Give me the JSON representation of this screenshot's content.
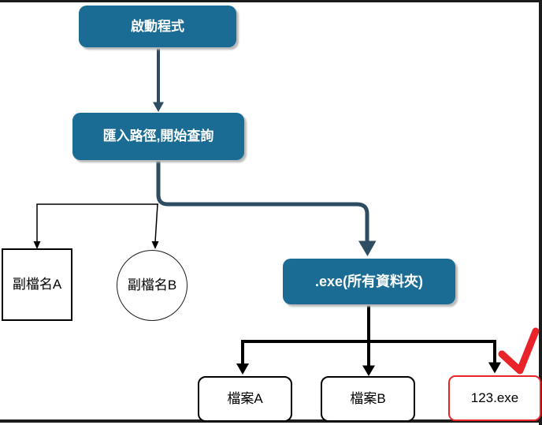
{
  "diagram": {
    "nodes": {
      "start": {
        "label": "啟動程式"
      },
      "import_query": {
        "label": "匯入路徑,開始查詢"
      },
      "ext_a": {
        "label": "副檔名A"
      },
      "ext_b": {
        "label": "副檔名B"
      },
      "exe_all": {
        "label": ".exe(所有資料夾)"
      },
      "file_a": {
        "label": "檔案A"
      },
      "file_b": {
        "label": "檔案B"
      },
      "file_exe": {
        "label": "123.exe"
      }
    },
    "edges": [
      {
        "from": "start",
        "to": "import_query",
        "style": "navy-arrow"
      },
      {
        "from": "import_query",
        "to": "ext_a",
        "style": "thin-black-arrow"
      },
      {
        "from": "import_query",
        "to": "ext_b",
        "style": "thin-black-arrow"
      },
      {
        "from": "import_query",
        "to": "exe_all",
        "style": "thick-navy-arrow"
      },
      {
        "from": "exe_all",
        "to": "file_a",
        "style": "thick-black-arrow"
      },
      {
        "from": "exe_all",
        "to": "file_b",
        "style": "thick-black-arrow"
      },
      {
        "from": "exe_all",
        "to": "file_exe",
        "style": "thick-black-arrow"
      }
    ],
    "annotations": [
      {
        "icon": "check-icon",
        "attached_to": "file_exe",
        "color": "#e8232a"
      }
    ],
    "colors": {
      "node_fill_teal": "#1a6c94",
      "node_text_on_teal": "#ffffff",
      "connector_navy": "#2e4d63",
      "connector_black": "#000000",
      "highlight_red": "#e8232a",
      "red_box_border": "#e8232a",
      "frame_border": "#1b1b1b",
      "node_shadow": "#b9b9b9"
    }
  }
}
